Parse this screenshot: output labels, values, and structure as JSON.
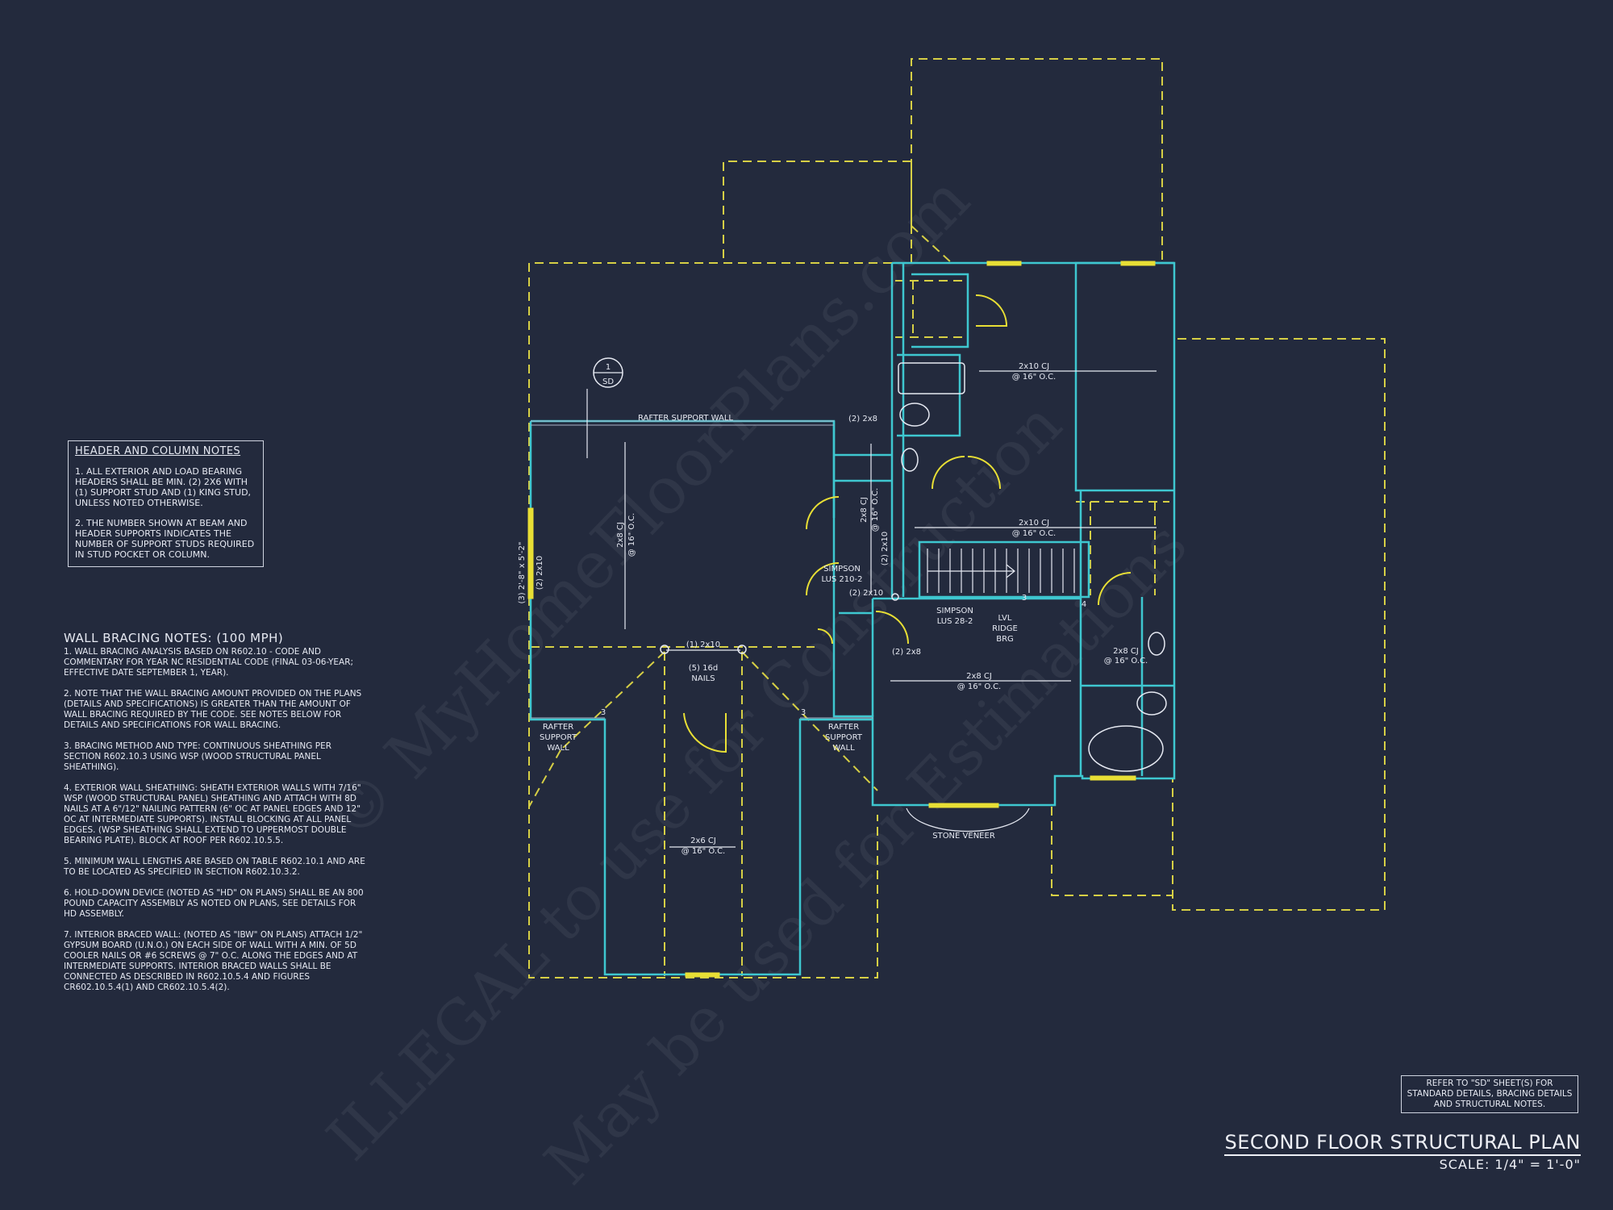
{
  "header_notes": {
    "title": "HEADER AND COLUMN NOTES",
    "items": [
      "1. ALL EXTERIOR AND LOAD BEARING HEADERS SHALL BE MIN. (2) 2x6 WITH (1) SUPPORT STUD AND (1) KING STUD, UNLESS NOTED OTHERWISE.",
      "2. THE NUMBER SHOWN AT BEAM AND HEADER SUPPORTS INDICATES THE NUMBER OF SUPPORT STUDS REQUIRED IN STUD POCKET OR COLUMN."
    ]
  },
  "bracing_notes": {
    "title": "WALL BRACING NOTES: (100 MPH)",
    "items": [
      "1. WALL BRACING ANALYSIS BASED ON R602.10 - CODE AND COMMENTARY FOR YEAR NC RESIDENTIAL CODE (FINAL 03-06-YEAR; EFFECTIVE DATE SEPTEMBER 1, YEAR).",
      "2. NOTE THAT THE WALL BRACING AMOUNT PROVIDED ON THE PLANS (DETAILS AND SPECIFICATIONS) IS GREATER THAN THE AMOUNT OF WALL BRACING REQUIRED BY THE CODE. SEE NOTES BELOW FOR DETAILS AND SPECIFICATIONS FOR WALL BRACING.",
      "3. BRACING METHOD AND TYPE: CONTINUOUS SHEATHING PER SECTION R602.10.3 USING WSP (WOOD STRUCTURAL PANEL SHEATHING).",
      "4. EXTERIOR WALL SHEATHING: SHEATH EXTERIOR WALLS WITH 7/16\" WSP (WOOD STRUCTURAL PANEL) SHEATHING AND ATTACH WITH 8d NAILS AT A 6\"/12\" NAILING PATTERN (6\" OC AT PANEL EDGES AND 12\" OC AT INTERMEDIATE SUPPORTS). INSTALL BLOCKING AT ALL PANEL EDGES. (WSP SHEATHING SHALL EXTEND TO UPPERMOST DOUBLE BEARING PLATE). BLOCK AT ROOF PER R602.10.5.5.",
      "5. MINIMUM WALL LENGTHS ARE BASED ON TABLE R602.10.1 AND ARE TO BE LOCATED AS SPECIFIED IN SECTION R602.10.3.2.",
      "6. HOLD-DOWN DEVICE (NOTED AS \"HD\" ON PLANS) SHALL BE AN 800 POUND CAPACITY ASSEMBLY AS NOTED ON PLANS, SEE DETAILS FOR HD ASSEMBLY.",
      "7. INTERIOR BRACED WALL: (NOTED AS \"IBW\" ON PLANS) ATTACH 1/2\" GYPSUM BOARD (U.N.O.) ON EACH SIDE OF WALL WITH A MIN. OF 5d COOLER NAILS OR #6 SCREWS @ 7\" O.C. ALONG THE EDGES AND AT INTERMEDIATE SUPPORTS. INTERIOR BRACED WALLS SHALL BE CONNECTED AS DESCRIBED IN R602.10.5.4 AND FIGURES CR602.10.5.4(1) AND CR602.10.5.4(2)."
    ]
  },
  "refer_note": "REFER TO \"SD\" SHEET(S) FOR STANDARD DETAILS, BRACING DETAILS AND STRUCTURAL NOTES.",
  "title": "SECOND FLOOR STRUCTURAL PLAN",
  "scale": "SCALE: 1/4\" = 1'-0\"",
  "plan_labels": {
    "section_num": "1",
    "section_sheet": "SD",
    "rafter_support_wall_top": "RAFTER SUPPORT WALL",
    "header_2_2x8_top": "(2) 2x8",
    "cj_2x8_left": "2x8 CJ",
    "cj_2x8_left_oc": "@ 16\" O.C.",
    "west_window_header": "(3) 2'-8\" x 5'-2\"",
    "west_header_2x10": "(2) 2x10",
    "cj_2x10_top": "2x10 CJ",
    "cj_2x10_top_oc": "@ 16\" O.C.",
    "cj_2x10_mid": "2x10 CJ",
    "cj_2x10_mid_oc": "@ 16\" O.C.",
    "cj_2x8_vert": "2x8 CJ",
    "cj_2x8_vert_oc": "@ 16\" O.C.",
    "header_2x10_vert": "(2) 2x10",
    "simpson_1_a": "SIMPSON",
    "simpson_1_b": "LUS 210-2",
    "header_2x10_mid": "(2) 2x10",
    "simpson_2_a": "SIMPSON",
    "simpson_2_b": "LUS 28-2",
    "lvl_1": "LVL",
    "lvl_2": "RIDGE",
    "lvl_3": "BRG",
    "header_2x8_low": "(2) 2x8",
    "beam_1_2x10": "(1) 2x10",
    "nails_a": "(5) 16d",
    "nails_b": "NAILS",
    "cj_2x8_bath": "2x8 CJ",
    "cj_2x8_bath_oc": "@ 16\" O.C.",
    "cj_2x8_bottom": "2x8 CJ",
    "cj_2x8_bottom_oc": "@ 16\" O.C.",
    "cj_2x6": "2x6 CJ",
    "cj_2x6_oc": "@ 16\" O.C.",
    "rafter_left_1": "RAFTER",
    "rafter_left_2": "SUPPORT",
    "rafter_left_3": "WALL",
    "rafter_right_1": "RAFTER",
    "rafter_right_2": "SUPPORT",
    "rafter_right_3": "WALL",
    "stud_count_3a": "3",
    "stud_count_3b": "3",
    "stud_count_3c": "3",
    "stud_count_4": "4",
    "stone_veneer": "STONE VENEER"
  },
  "watermark": {
    "line1": "© MyHomeFloorPlans.com",
    "line2": "ILLEGAL to use for Construction",
    "line3": "May be used for Estimations"
  },
  "colors": {
    "background": "#232a3d",
    "wall": "#3ec7d0",
    "dashed": "#d6cf45",
    "text": "#e6e9f2",
    "window": "#e8df35"
  }
}
